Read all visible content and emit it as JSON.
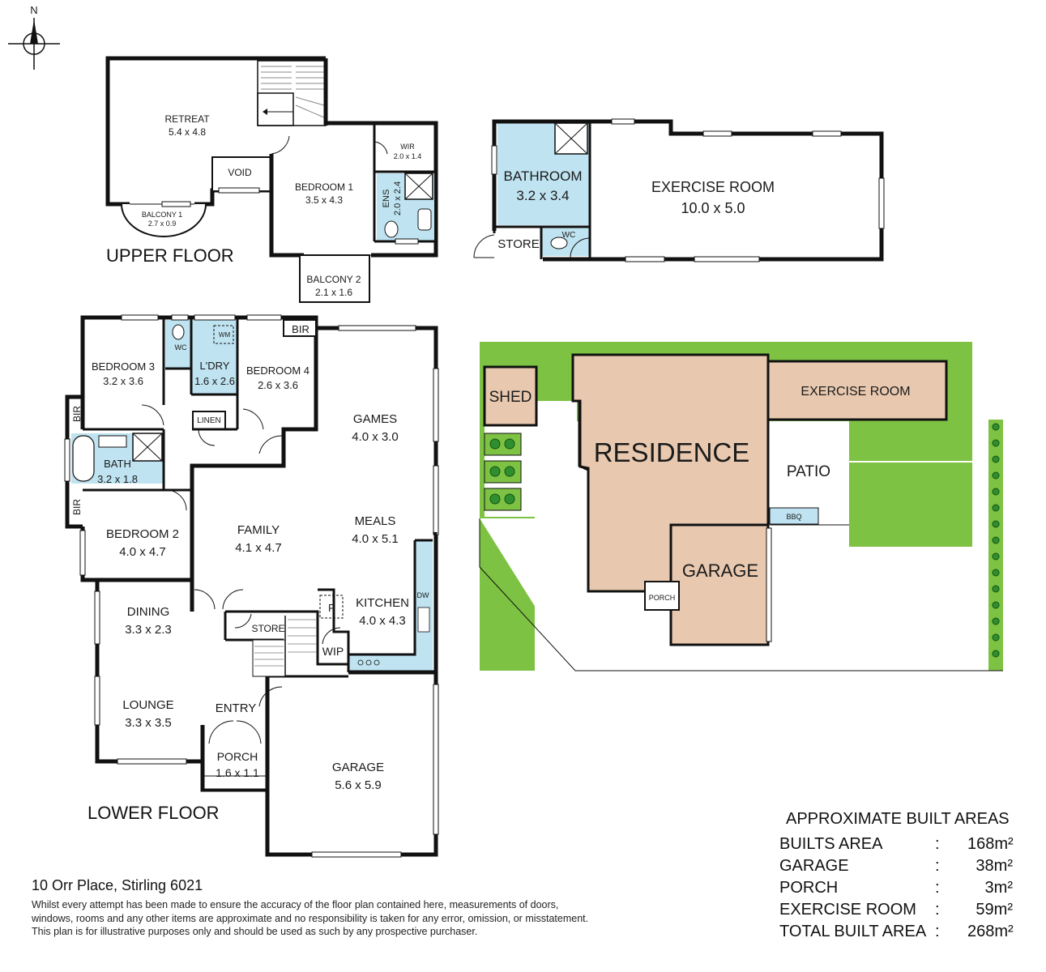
{
  "compass": {
    "north_label": "N"
  },
  "upper_floor": {
    "title": "UPPER FLOOR",
    "rooms": {
      "retreat": {
        "name": "RETREAT",
        "dims": "5.4 x 4.8"
      },
      "void": {
        "name": "VOID"
      },
      "balcony1": {
        "name": "BALCONY 1",
        "dims": "2.7 x 0.9"
      },
      "bedroom1": {
        "name": "BEDROOM 1",
        "dims": "3.5 x 4.3"
      },
      "wir": {
        "name": "WIR",
        "dims": "2.0 x 1.4"
      },
      "ens": {
        "name": "ENS",
        "dims": "2.0 x 2.4"
      },
      "balcony2": {
        "name": "BALCONY 2",
        "dims": "2.1 x 1.6"
      }
    }
  },
  "outbuilding": {
    "rooms": {
      "bathroom": {
        "name": "BATHROOM",
        "dims": "3.2 x 3.4"
      },
      "exercise": {
        "name": "EXERCISE ROOM",
        "dims": "10.0 x 5.0"
      },
      "store": {
        "name": "STORE"
      },
      "wc": {
        "name": "WC"
      }
    }
  },
  "lower_floor": {
    "title": "LOWER FLOOR",
    "rooms": {
      "bedroom3": {
        "name": "BEDROOM 3",
        "dims": "3.2 x 3.6"
      },
      "wc": {
        "name": "WC"
      },
      "laundry": {
        "name": "L'DRY",
        "dims": "1.6 x 2.6"
      },
      "wm": {
        "name": "WM"
      },
      "bedroom4": {
        "name": "BEDROOM 4",
        "dims": "2.6 x 3.6"
      },
      "bir_top": {
        "name": "BIR"
      },
      "bir_left1": {
        "name": "BIR"
      },
      "bir_left2": {
        "name": "BIR"
      },
      "linen": {
        "name": "LINEN"
      },
      "bath": {
        "name": "BATH",
        "dims": "3.2 x 1.8"
      },
      "games": {
        "name": "GAMES",
        "dims": "4.0 x 3.0"
      },
      "bedroom2": {
        "name": "BEDROOM 2",
        "dims": "4.0 x 4.7"
      },
      "family": {
        "name": "FAMILY",
        "dims": "4.1 x 4.7"
      },
      "meals": {
        "name": "MEALS",
        "dims": "4.0 x 5.1"
      },
      "dw": {
        "name": "DW"
      },
      "dining": {
        "name": "DINING",
        "dims": "3.3 x 2.3"
      },
      "kitchen": {
        "name": "KITCHEN",
        "dims": "4.0 x 4.3"
      },
      "fridge": {
        "name": "F"
      },
      "store": {
        "name": "STORE"
      },
      "wip": {
        "name": "WIP"
      },
      "lounge": {
        "name": "LOUNGE",
        "dims": "3.3 x 3.5"
      },
      "entry": {
        "name": "ENTRY"
      },
      "porch": {
        "name": "PORCH",
        "dims": "1.6 x 1.1"
      },
      "garage": {
        "name": "GARAGE",
        "dims": "5.6 x 5.9"
      }
    }
  },
  "site_plan": {
    "shed": "SHED",
    "residence": "RESIDENCE",
    "exercise_room": "EXERCISE ROOM",
    "patio": "PATIO",
    "bbq": "BBQ",
    "garage": "GARAGE",
    "porch": "PORCH"
  },
  "address": "10 Orr Place, Stirling 6021",
  "disclaimer": [
    "Whilst every attempt has been made to ensure the accuracy of the floor plan contained here, measurements of doors,",
    "windows, rooms and any other items are approximate and no responsibility is taken for any error, omission, or misstatement.",
    "This plan is for illustrative purposes only and should be used as such by any prospective purchaser."
  ],
  "areas": {
    "title": "APPROXIMATE BUILT AREAS",
    "rows": [
      {
        "label": "BUILTS AREA",
        "value": "168m²"
      },
      {
        "label": "GARAGE",
        "value": "38m²"
      },
      {
        "label": "PORCH",
        "value": "3m²"
      },
      {
        "label": "EXERCISE ROOM",
        "value": "59m²"
      },
      {
        "label": "TOTAL BUILT AREA",
        "value": "268m²"
      }
    ],
    "separator": ":"
  },
  "colors": {
    "wall": "#111111",
    "wet_area": "#bfe3f1",
    "lawn": "#7dc242",
    "building": "#e8c9b0",
    "background": "#ffffff"
  }
}
